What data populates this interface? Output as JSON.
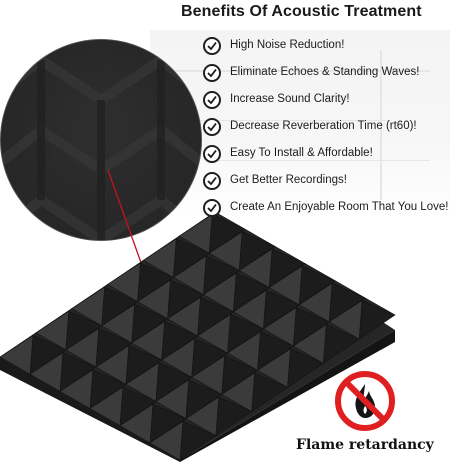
{
  "header": {
    "title": "Benefits Of Acoustic Treatment"
  },
  "benefits": [
    {
      "label": "High Noise Reduction!"
    },
    {
      "label": "Eliminate Echoes & Standing Waves!"
    },
    {
      "label": "Increase Sound Clarity!"
    },
    {
      "label": "Decrease Reverberation Time (rt60)!"
    },
    {
      "label": "Easy To Install & Affordable!"
    },
    {
      "label": "Get Better Recordings!"
    },
    {
      "label": "Create An Enjoyable Room That You Love!"
    }
  ],
  "badge": {
    "caption": "Flame retardancy",
    "icon": "no-fire-icon",
    "accent": "#e02020"
  },
  "icons": {
    "check": "check-circle-icon",
    "pointer": "red-pointer-line"
  },
  "colors": {
    "foam": "#2e2e2e",
    "pointer": "#c0141b"
  }
}
